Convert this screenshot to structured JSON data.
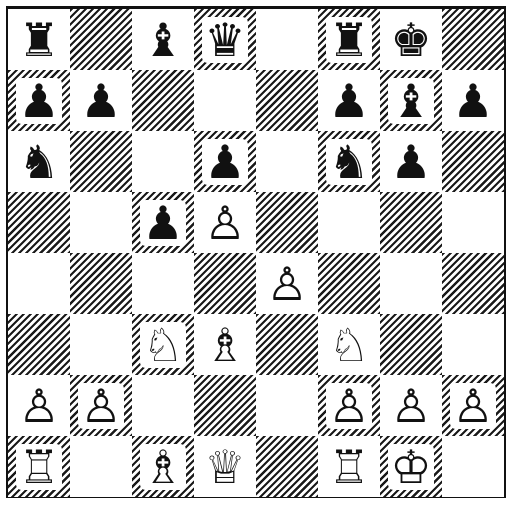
{
  "colors": {
    "frame": "#111111",
    "dark_hatch": "#1a1a1a",
    "light_square": "#ffffff",
    "piece_ink": "#111111"
  },
  "board": {
    "rows": [
      [
        {
          "piece": "rook",
          "color": "black",
          "glyph": "♜"
        },
        null,
        {
          "piece": "bishop",
          "color": "black",
          "glyph": "♝"
        },
        {
          "piece": "queen",
          "color": "black",
          "glyph": "♛"
        },
        null,
        {
          "piece": "rook",
          "color": "black",
          "glyph": "♜"
        },
        {
          "piece": "king",
          "color": "black",
          "glyph": "♚"
        },
        null
      ],
      [
        {
          "piece": "pawn",
          "color": "black",
          "glyph": "♟"
        },
        {
          "piece": "pawn",
          "color": "black",
          "glyph": "♟"
        },
        null,
        null,
        null,
        {
          "piece": "pawn",
          "color": "black",
          "glyph": "♟"
        },
        {
          "piece": "bishop",
          "color": "black",
          "glyph": "♝"
        },
        {
          "piece": "pawn",
          "color": "black",
          "glyph": "♟"
        }
      ],
      [
        {
          "piece": "knight",
          "color": "black",
          "glyph": "♞"
        },
        null,
        null,
        {
          "piece": "pawn",
          "color": "black",
          "glyph": "♟"
        },
        null,
        {
          "piece": "knight",
          "color": "black",
          "glyph": "♞"
        },
        {
          "piece": "pawn",
          "color": "black",
          "glyph": "♟"
        },
        null
      ],
      [
        null,
        null,
        {
          "piece": "pawn",
          "color": "black",
          "glyph": "♟"
        },
        {
          "piece": "pawn",
          "color": "white",
          "glyph": "♙"
        },
        null,
        null,
        null,
        null
      ],
      [
        null,
        null,
        null,
        null,
        {
          "piece": "pawn",
          "color": "white",
          "glyph": "♙"
        },
        null,
        null,
        null
      ],
      [
        null,
        null,
        {
          "piece": "knight",
          "color": "white",
          "glyph": "♘"
        },
        {
          "piece": "bishop",
          "color": "white",
          "glyph": "♗"
        },
        null,
        {
          "piece": "knight",
          "color": "white",
          "glyph": "♘"
        },
        null,
        null
      ],
      [
        {
          "piece": "pawn",
          "color": "white",
          "glyph": "♙"
        },
        {
          "piece": "pawn",
          "color": "white",
          "glyph": "♙"
        },
        null,
        null,
        null,
        {
          "piece": "pawn",
          "color": "white",
          "glyph": "♙"
        },
        {
          "piece": "pawn",
          "color": "white",
          "glyph": "♙"
        },
        {
          "piece": "pawn",
          "color": "white",
          "glyph": "♙"
        }
      ],
      [
        {
          "piece": "rook",
          "color": "white",
          "glyph": "♖"
        },
        null,
        {
          "piece": "bishop",
          "color": "white",
          "glyph": "♗"
        },
        {
          "piece": "queen",
          "color": "white",
          "glyph": "♕"
        },
        null,
        {
          "piece": "rook",
          "color": "white",
          "glyph": "♖"
        },
        {
          "piece": "king",
          "color": "white",
          "glyph": "♔"
        },
        null
      ]
    ]
  }
}
